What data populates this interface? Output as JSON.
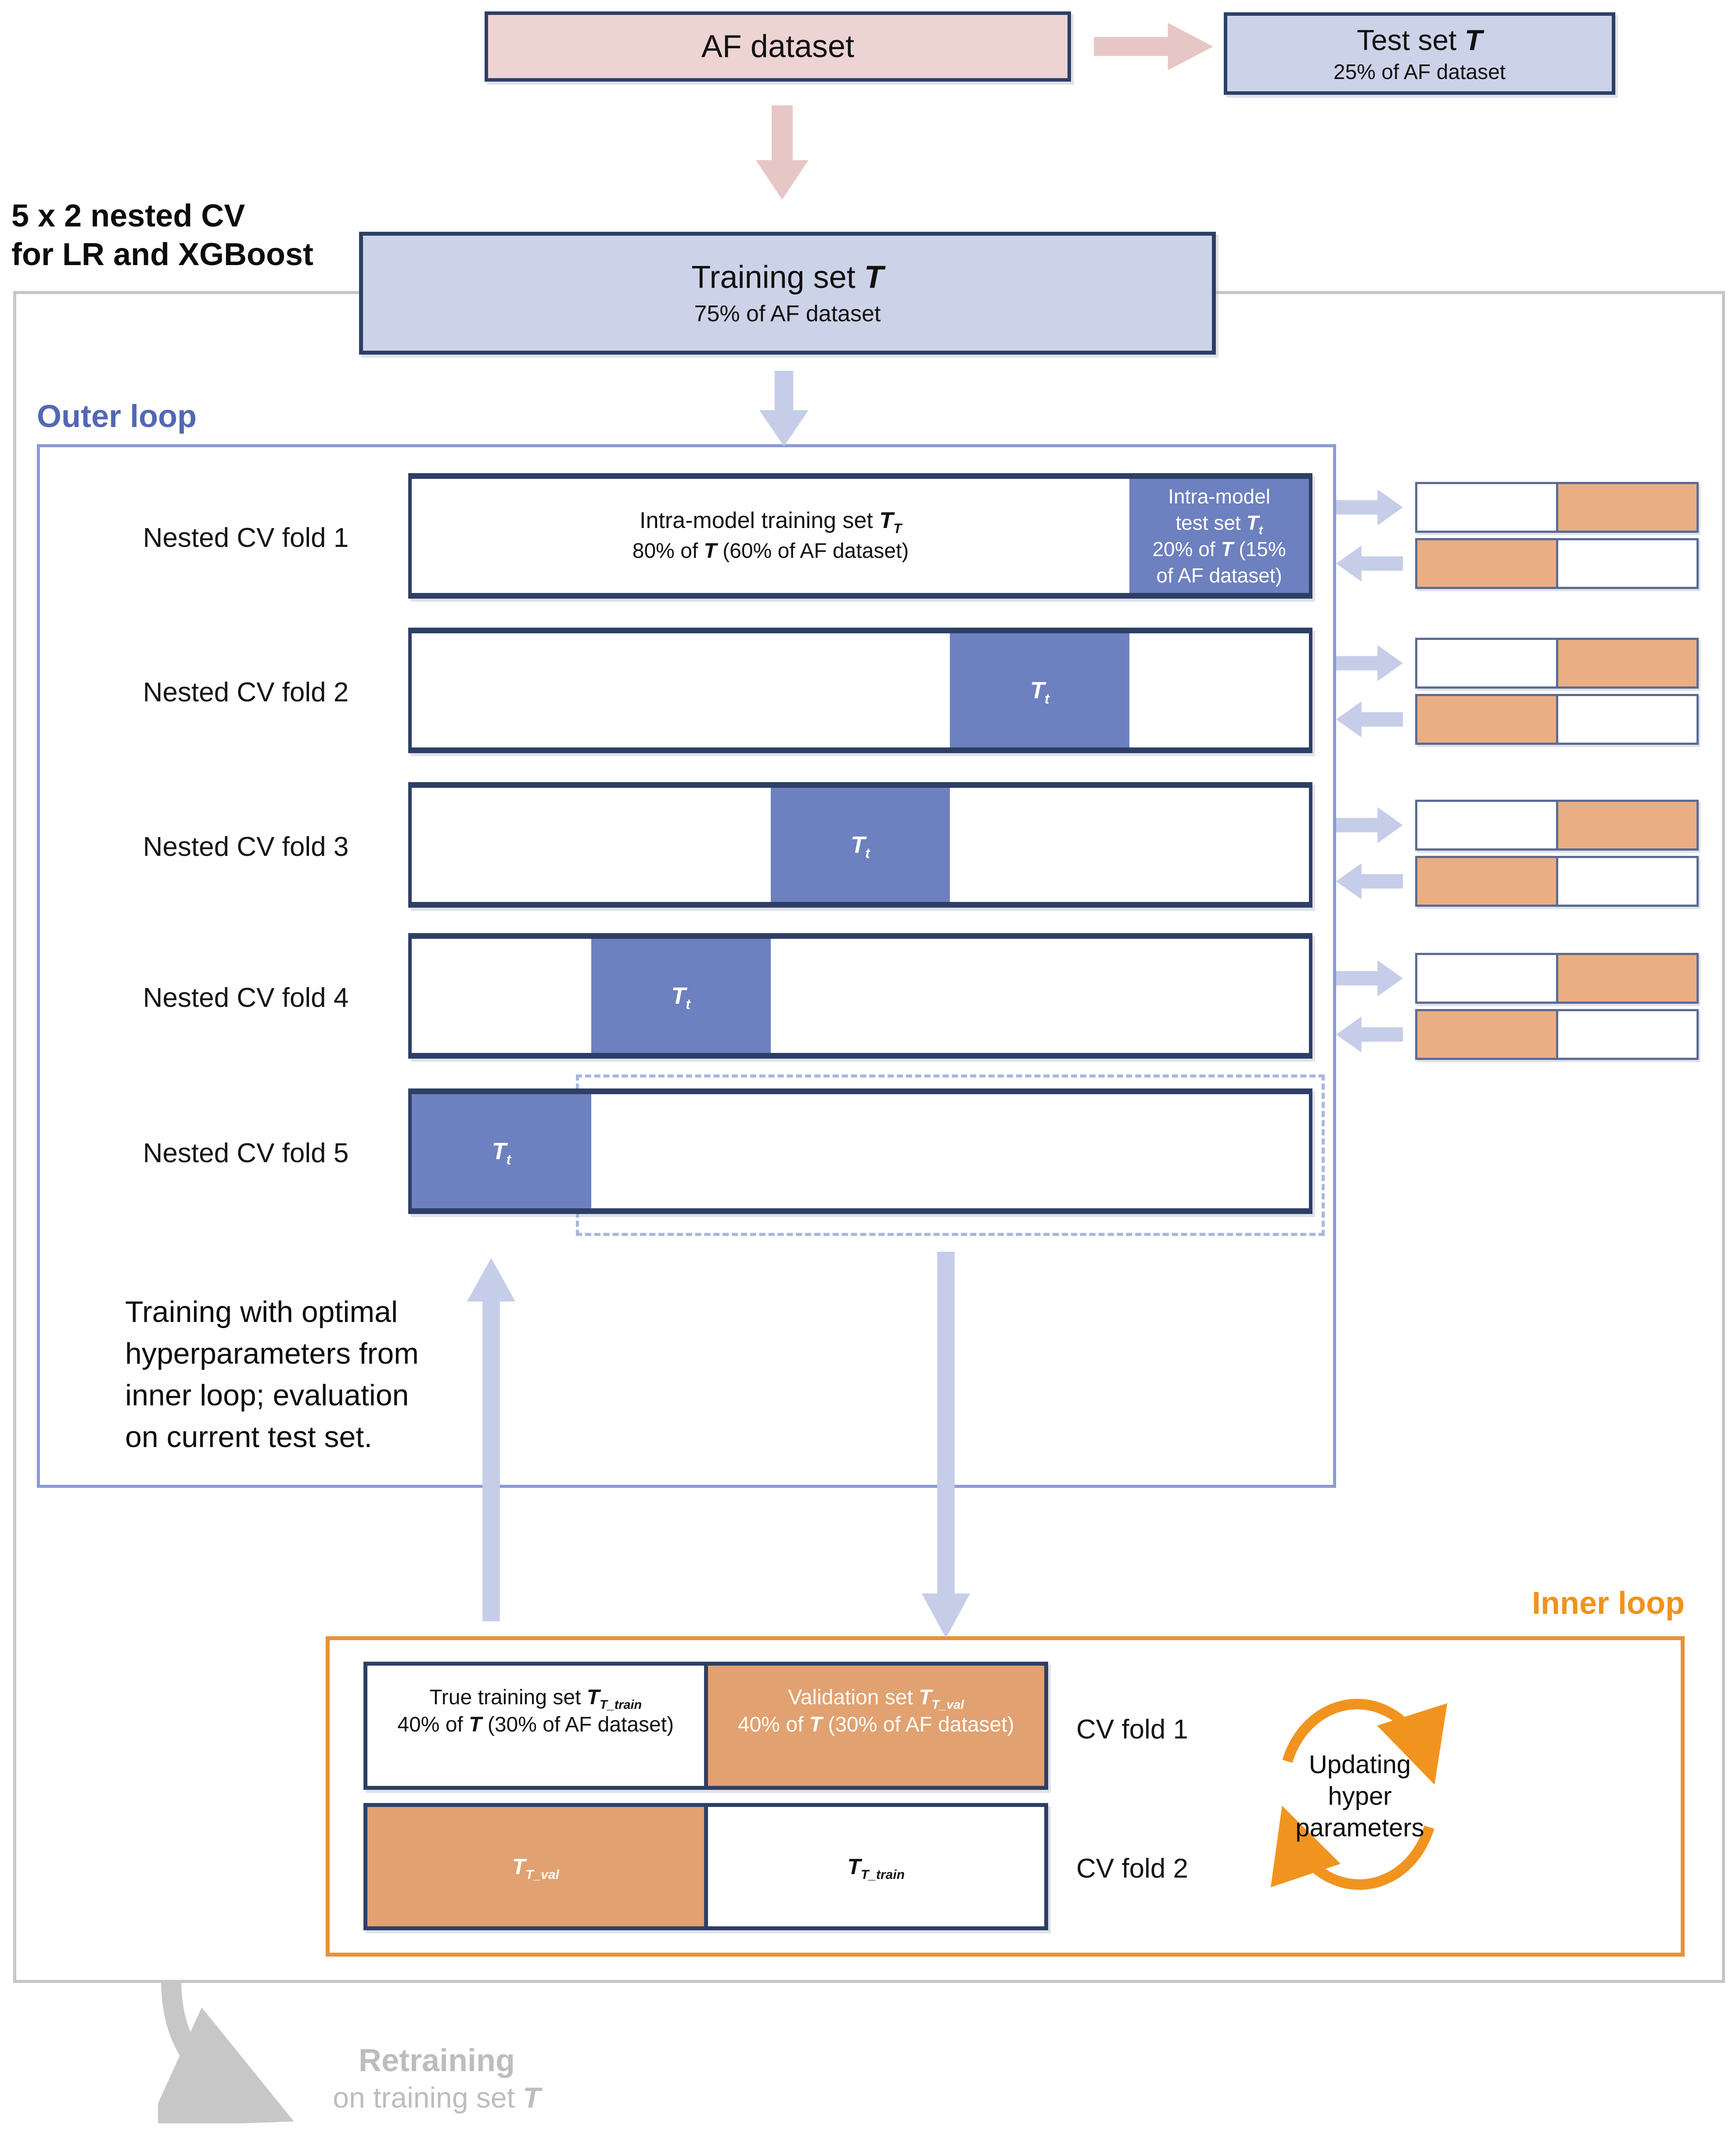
{
  "colors": {
    "navy_border": "#2e3f66",
    "slate_blue": "#6d80bf",
    "lavender_fill": "#ccd3e8",
    "pink_fill": "#eed3d3",
    "pink_arrow": "#e7c7c5",
    "lavender_arrow": "#c5cde8",
    "outer_loop_border": "#8b9cd2",
    "outer_loop_label": "#5467b3",
    "inner_loop_orange": "#e8913b",
    "inner_loop_label": "#f0921e",
    "validation_orange": "#e1a170",
    "mini_bar_orange": "#ebae83",
    "gray_border": "#c7c7c7",
    "gray_text": "#bdbdbd"
  },
  "top": {
    "af_label": "AF dataset",
    "test_line1": "Test set ",
    "test_T": "T",
    "test_line2": "25% of AF dataset"
  },
  "heading": {
    "line1": "5 x 2 nested CV",
    "line2": "for LR and XGBoost"
  },
  "training_box": {
    "line1": "Training set ",
    "T": "T",
    "line2": "75% of AF dataset"
  },
  "outer": {
    "label": "Outer loop",
    "folds": [
      {
        "label": "Nested CV fold 1"
      },
      {
        "label": "Nested CV fold 2"
      },
      {
        "label": "Nested CV fold 3"
      },
      {
        "label": "Nested CV fold 4"
      },
      {
        "label": "Nested CV fold 5"
      }
    ],
    "train_seg": {
      "line1a": "Intra-model training set ",
      "T": "T",
      "Tsub": "T",
      "line2a": "80% of ",
      "line2T": "T",
      "line2b": " (60% of AF dataset)"
    },
    "test_seg": {
      "l1": "Intra-model",
      "l2a": "test set ",
      "T": "T",
      "Tsub": "t",
      "l3a": "20% of ",
      "l3T": "T",
      "l3b": " (15%",
      "l4": "of AF dataset)"
    },
    "tt_T": "T",
    "tt_sub": "t",
    "note": {
      "l1": "Training with optimal",
      "l2": "hyperparameters from",
      "l3": "inner loop; evaluation",
      "l4": "on current test set."
    }
  },
  "inner": {
    "label": "Inner loop",
    "cv1_label": "CV fold 1",
    "cv2_label": "CV fold 2",
    "true_train": {
      "l1a": "True training set ",
      "T": "T",
      "Tsub": "T_train",
      "l2a": "40% of ",
      "l2T": "T",
      "l2b": " (30% of AF dataset)"
    },
    "validation": {
      "l1a": "Validation set ",
      "T": "T",
      "Tsub": "T_val",
      "l2a": "40% of ",
      "l2T": "T",
      "l2b": " (30% of AF dataset)"
    },
    "fold2_val_T": "T",
    "fold2_val_sub": "T_val",
    "fold2_train_T": "T",
    "fold2_train_sub": "T_train",
    "updating": {
      "l1": "Updating",
      "l2": "hyper",
      "l3": "parameters"
    }
  },
  "bottom": {
    "retrain_line1": "Retraining",
    "retrain_line2a": "on training set ",
    "retrain_T": "T"
  }
}
